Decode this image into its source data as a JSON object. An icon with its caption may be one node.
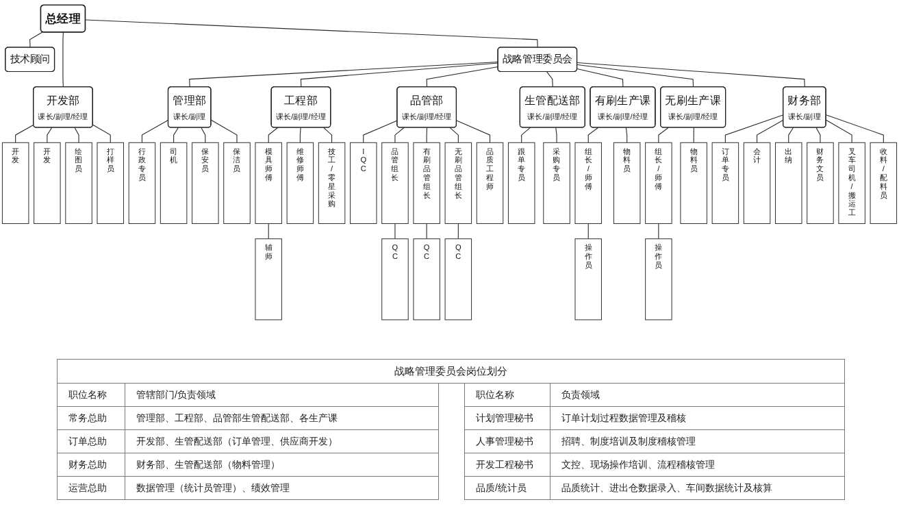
{
  "diagram": {
    "nodes": [
      {
        "text": [
          "总经理"
        ]
      },
      {
        "text": [
          "技术顾问"
        ]
      },
      {
        "text": [
          "战略管理委员会"
        ]
      },
      {
        "text": [
          "开发部",
          "课长/副理/经理"
        ]
      },
      {
        "text": [
          "管理部",
          "课长/副理"
        ]
      },
      {
        "text": [
          "工程部",
          "课长/副理/经理"
        ]
      },
      {
        "text": [
          "品管部",
          "课长/副理/经理"
        ]
      },
      {
        "text": [
          "生管配送部",
          "课长/副理/经理"
        ]
      },
      {
        "text": [
          "有刷生产课",
          "课长/副理/经理"
        ]
      },
      {
        "text": [
          "无刷生产课",
          "课长/副理/经理"
        ]
      },
      {
        "text": [
          "财务部",
          "课长/副理"
        ]
      },
      {
        "text": [
          "开发"
        ]
      },
      {
        "text": [
          "开发"
        ]
      },
      {
        "text": [
          "绘图员"
        ]
      },
      {
        "text": [
          "打样员"
        ]
      },
      {
        "text": [
          "行政专员"
        ]
      },
      {
        "text": [
          "司机"
        ]
      },
      {
        "text": [
          "保安员"
        ]
      },
      {
        "text": [
          "保洁员"
        ]
      },
      {
        "text": [
          "模具师傅"
        ]
      },
      {
        "text": [
          "维修师傅"
        ]
      },
      {
        "text": [
          "技工/零星采购"
        ]
      },
      {
        "text": [
          "IQC"
        ]
      },
      {
        "text": [
          "品管组长"
        ]
      },
      {
        "text": [
          "有刷品管组长"
        ]
      },
      {
        "text": [
          "无刷品管组长"
        ]
      },
      {
        "text": [
          "品质工程师"
        ]
      },
      {
        "text": [
          "跟单专员"
        ]
      },
      {
        "text": [
          "采购专员"
        ]
      },
      {
        "text": [
          "组长/师傅"
        ]
      },
      {
        "text": [
          "物料员"
        ]
      },
      {
        "text": [
          "组长/师傅"
        ]
      },
      {
        "text": [
          "物料员"
        ]
      },
      {
        "text": [
          "订单专员"
        ]
      },
      {
        "text": [
          "会计"
        ]
      },
      {
        "text": [
          "出纳"
        ]
      },
      {
        "text": [
          "财务文员"
        ]
      },
      {
        "text": [
          "叉车司机/搬运工"
        ]
      },
      {
        "text": [
          "收料/配料员"
        ]
      },
      {
        "text": [
          "辅师"
        ]
      },
      {
        "text": [
          "QC"
        ]
      },
      {
        "text": [
          "QC"
        ]
      },
      {
        "text": [
          "QC"
        ]
      },
      {
        "text": [
          "操作员"
        ]
      },
      {
        "text": [
          "操作员"
        ]
      }
    ],
    "edges": [
      {
        "from": 0,
        "to": 3,
        "arrow": "none"
      },
      {
        "from": 0,
        "to": 2,
        "arrow": "none"
      },
      {
        "from": 0,
        "to": 1,
        "arrow": "none"
      },
      {
        "from": 2,
        "to": 4,
        "arrow": "none"
      },
      {
        "from": 2,
        "to": 5,
        "arrow": "none"
      },
      {
        "from": 2,
        "to": 6,
        "arrow": "none"
      },
      {
        "from": 2,
        "to": 7,
        "arrow": "none"
      },
      {
        "from": 2,
        "to": 8,
        "arrow": "none"
      },
      {
        "from": 2,
        "to": 9,
        "arrow": "none"
      },
      {
        "from": 2,
        "to": 10,
        "arrow": "none"
      },
      {
        "from": 3,
        "to": 11,
        "arrow": "none"
      },
      {
        "from": 3,
        "to": 12,
        "arrow": "none"
      },
      {
        "from": 3,
        "to": 13,
        "arrow": "none"
      },
      {
        "from": 3,
        "to": 14,
        "arrow": "none"
      },
      {
        "from": 4,
        "to": 15,
        "arrow": "none"
      },
      {
        "from": 4,
        "to": 16,
        "arrow": "none"
      },
      {
        "from": 4,
        "to": 17,
        "arrow": "none"
      },
      {
        "from": 4,
        "to": 18,
        "arrow": "none"
      },
      {
        "from": 5,
        "to": 19,
        "arrow": "none"
      },
      {
        "from": 5,
        "to": 20,
        "arrow": "none"
      },
      {
        "from": 5,
        "to": 21,
        "arrow": "none"
      },
      {
        "from": 6,
        "to": 22,
        "arrow": "none"
      },
      {
        "from": 6,
        "to": 23,
        "arrow": "none"
      },
      {
        "from": 6,
        "to": 24,
        "arrow": "none"
      },
      {
        "from": 6,
        "to": 25,
        "arrow": "none"
      },
      {
        "from": 6,
        "to": 26,
        "arrow": "none"
      },
      {
        "from": 7,
        "to": 27,
        "arrow": "none"
      },
      {
        "from": 7,
        "to": 28,
        "arrow": "none"
      },
      {
        "from": 8,
        "to": 29,
        "arrow": "none"
      },
      {
        "from": 8,
        "to": 30,
        "arrow": "none"
      },
      {
        "from": 9,
        "to": 31,
        "arrow": "none"
      },
      {
        "from": 9,
        "to": 32,
        "arrow": "none"
      },
      {
        "from": 10,
        "to": 33,
        "arrow": "none"
      },
      {
        "from": 10,
        "to": 34,
        "arrow": "none"
      },
      {
        "from": 10,
        "to": 35,
        "arrow": "none"
      },
      {
        "from": 10,
        "to": 36,
        "arrow": "none"
      },
      {
        "from": 10,
        "to": 37,
        "arrow": "none"
      },
      {
        "from": 10,
        "to": 38,
        "arrow": "none"
      },
      {
        "from": 19,
        "to": 39,
        "arrow": "none"
      },
      {
        "from": 23,
        "to": 40,
        "arrow": "none"
      },
      {
        "from": 24,
        "to": 41,
        "arrow": "none"
      },
      {
        "from": 25,
        "to": 42,
        "arrow": "none"
      },
      {
        "from": 29,
        "to": 43,
        "arrow": "none"
      },
      {
        "from": 31,
        "to": 44,
        "arrow": "none"
      }
    ],
    "labels": [
      "战略管理委员会岗位划分",
      "职位名称",
      "管辖部门/负责领域",
      "职位名称",
      "负责领域",
      "常务总助",
      "管理部、工程部、品管部生管配送部、各生产课",
      "计划管理秘书",
      "订单计划过程数据管理及稽核",
      "订单总助",
      "开发部、生管配送部（订单管理、供应商开发）",
      "人事管理秘书",
      "招聘、制度培训及制度稽核管理",
      "财务总助",
      "财务部、生管配送部（物料管理）",
      "开发工程秘书",
      "文控、现场操作培训、流程稽核管理",
      "运营总助",
      "数据管理（统计员管理）、绩效管理",
      "品质/统计员",
      "品质统计、进出仓数据录入、车间数据统计及核算"
    ]
  }
}
